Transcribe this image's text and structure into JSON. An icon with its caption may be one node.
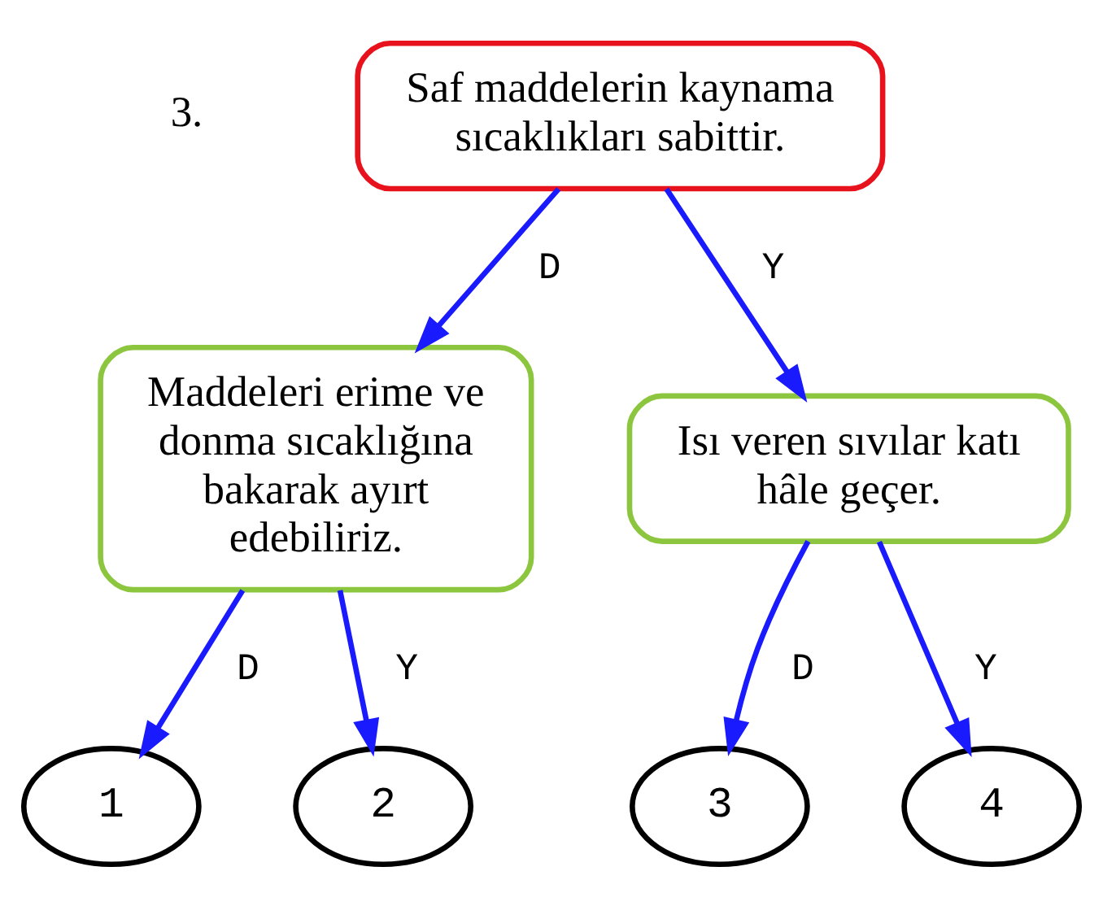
{
  "diagram": {
    "nodes": [
      {
        "text": [
          "Saf maddelerin kaynama sıcaklıkları sabittir."
        ]
      },
      {
        "text": [
          "Maddeleri erime ve donma sıcaklığına bakarak ayırt edebiliriz."
        ]
      },
      {
        "text": [
          "Isı veren sıvılar katı hâle geçer."
        ]
      },
      {
        "text": [
          "1"
        ]
      },
      {
        "text": [
          "2"
        ]
      },
      {
        "text": [
          "3"
        ]
      },
      {
        "text": [
          "4"
        ]
      }
    ],
    "edges": [
      {
        "from": 0,
        "to": 1,
        "arrow": "to",
        "label": "D"
      },
      {
        "from": 0,
        "to": 2,
        "arrow": "to",
        "label": "Y"
      },
      {
        "from": 1,
        "to": 3,
        "arrow": "to",
        "label": "D"
      },
      {
        "from": 1,
        "to": 4,
        "arrow": "to",
        "label": "Y"
      },
      {
        "from": 2,
        "to": 5,
        "arrow": "to",
        "label": "D"
      },
      {
        "from": 2,
        "to": 6,
        "arrow": "to",
        "label": "Y"
      }
    ],
    "labels": [
      "3."
    ]
  }
}
